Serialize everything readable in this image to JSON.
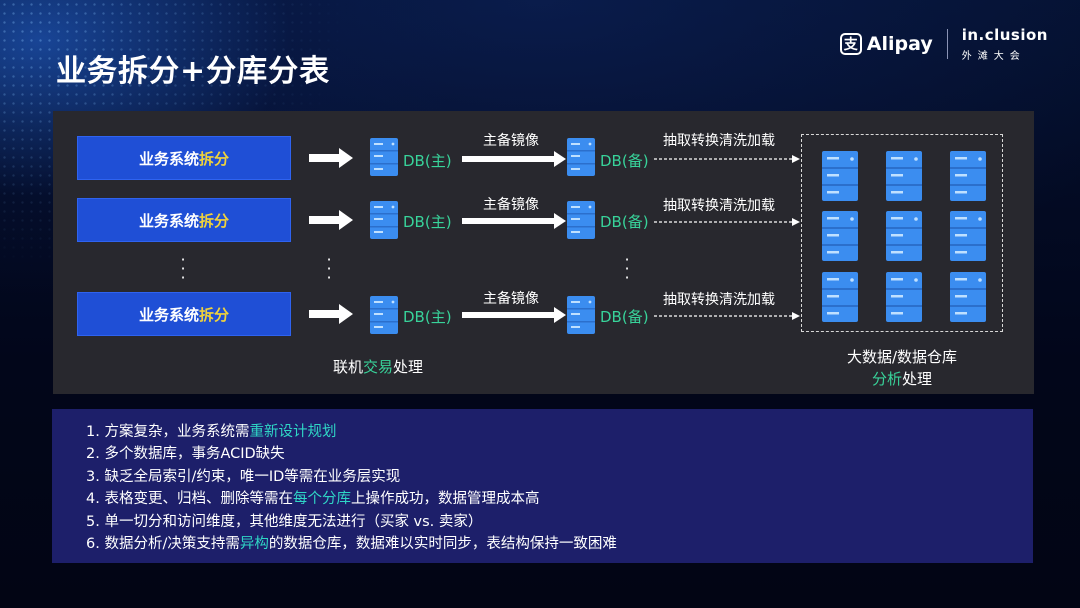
{
  "title": "业务拆分+分库分表",
  "logos": {
    "alipay_icon": "支",
    "alipay_text": "Alipay",
    "inclusion_text": "in.clusion",
    "inclusion_cn": "外滩大会"
  },
  "rows": [
    {
      "app_prefix": "业务系统",
      "app_highlight": "拆分",
      "primary_db": "DB(主)",
      "mirror_label": "主备镜像",
      "standby_db": "DB(备)",
      "etl_label": "抽取转换清洗加载"
    },
    {
      "app_prefix": "业务系统",
      "app_highlight": "拆分",
      "primary_db": "DB(主)",
      "mirror_label": "主备镜像",
      "standby_db": "DB(备)",
      "etl_label": "抽取转换清洗加载"
    },
    {
      "app_prefix": "业务系统",
      "app_highlight": "拆分",
      "primary_db": "DB(主)",
      "mirror_label": "主备镜像",
      "standby_db": "DB(备)",
      "etl_label": "抽取转换清洗加载"
    }
  ],
  "captions": {
    "online_prefix": "联机",
    "online_highlight": "交易",
    "online_suffix": "处理",
    "warehouse_line1": "大数据/数据仓库",
    "warehouse_highlight": "分析",
    "warehouse_suffix": "处理"
  },
  "notes": [
    {
      "pre": "1. 方案复杂，业务系统需",
      "hl": "重新设计规划",
      "post": ""
    },
    {
      "pre": "2. 多个数据库，事务ACID缺失",
      "hl": "",
      "post": ""
    },
    {
      "pre": "3. 缺乏全局索引/约束，唯一ID等需在业务层实现",
      "hl": "",
      "post": ""
    },
    {
      "pre": "4. 表格变更、归档、删除等需在",
      "hl": "每个分库",
      "post": "上操作成功，数据管理成本高"
    },
    {
      "pre": "5. 单一切分和访问维度，其他维度无法进行（买家 vs. 卖家）",
      "hl": "",
      "post": ""
    },
    {
      "pre": "6. 数据分析/决策支持需",
      "hl": "异构",
      "post": "的数据仓库，数据难以实时同步，表结构保持一致困难"
    }
  ],
  "colors": {
    "app_box": "#1f4fd6",
    "db_label": "#38d39a",
    "highlight_yellow": "#f0d23c",
    "highlight_teal": "#2fd6c6",
    "notes_bg": "#1d1f6a",
    "panel_bg": "#28282e"
  }
}
